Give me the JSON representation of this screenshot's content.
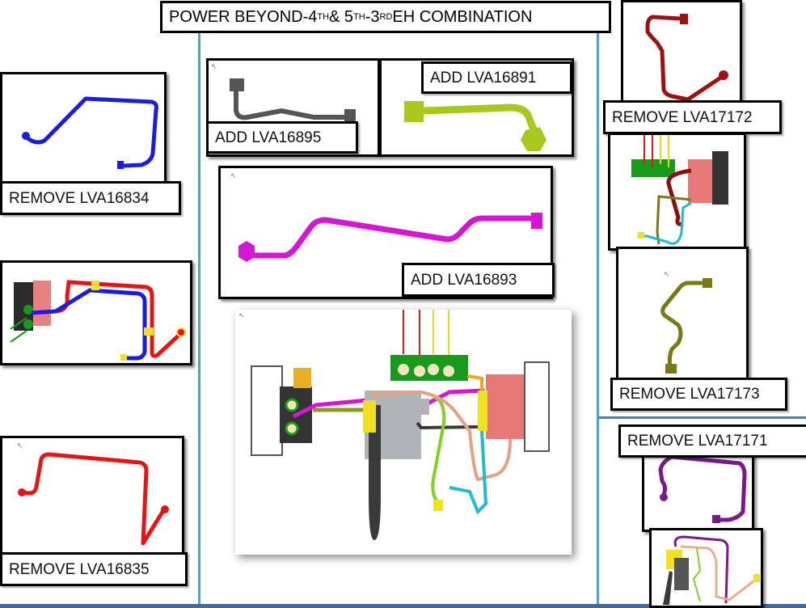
{
  "title": {
    "main": "POWER BEYOND-4",
    "sup1": "TH",
    "mid1": "& 5",
    "sup2": "TH",
    "mid2": " -3",
    "sup3": "RD",
    "end": " EH COMBINATION"
  },
  "left_column": {
    "parts": [
      {
        "label": "REMOVE LVA16834",
        "pipe_color": "#1c1ce0"
      },
      {
        "label": "REMOVE LVA16835",
        "pipe_color": "#e81414"
      }
    ],
    "assembly_view": {
      "pipe_colors": [
        "#e81414",
        "#1c1ce0"
      ]
    }
  },
  "center_column": {
    "parts": [
      {
        "label": "ADD LVA16895",
        "pipe_color": "#4a4a4a"
      },
      {
        "label": "ADD LVA16891",
        "pipe_color": "#a8c820"
      },
      {
        "label": "ADD LVA16893",
        "pipe_color": "#d616d6"
      }
    ],
    "assembly_view": {
      "pipe_colors": [
        "#d616d6",
        "#a8c820",
        "#3a3a3a",
        "#7ed321",
        "#22b8d8",
        "#e8a080",
        "#e81414",
        "#f0e020"
      ]
    }
  },
  "right_column": {
    "parts": [
      {
        "label": "REMOVE LVA17172",
        "pipe_color": "#a01010"
      },
      {
        "label": "REMOVE LVA17173",
        "pipe_color": "#7a7a14"
      },
      {
        "label": "REMOVE LVA17171",
        "pipe_color": "#7a1a8a"
      }
    ]
  },
  "colors": {
    "divider": "#4aa6c8",
    "bottom_bar": "#3b6e9e"
  }
}
